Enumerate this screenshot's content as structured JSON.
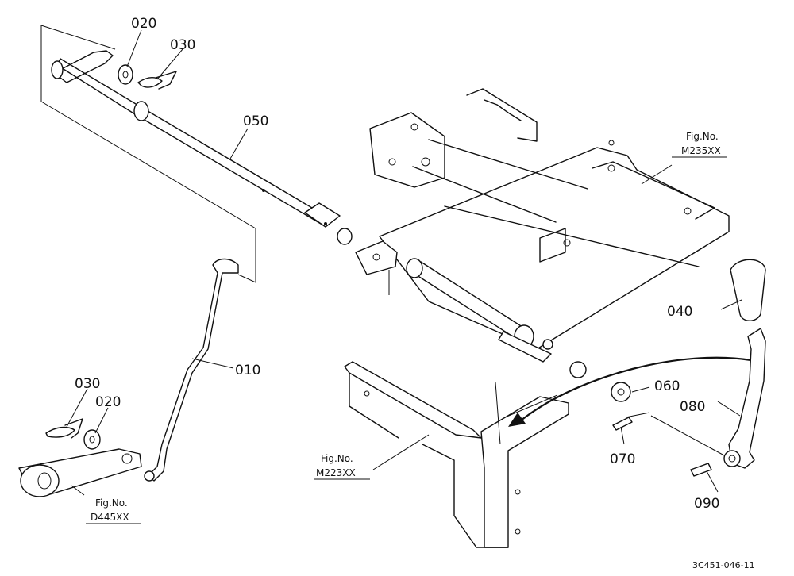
{
  "callouts": {
    "p010": "010",
    "p020_top": "020",
    "p020_left": "020",
    "p030_top": "030",
    "p030_left": "030",
    "p040": "040",
    "p050": "050",
    "p060": "060",
    "p070": "070",
    "p080": "080",
    "p090": "090"
  },
  "fig_refs": {
    "m235": {
      "label": "Fig.No.",
      "code": "M235XX"
    },
    "m223": {
      "label": "Fig.No.",
      "code": "M223XX"
    },
    "d445": {
      "label": "Fig.No.",
      "code": "D445XX"
    }
  },
  "drawing_code": "3C451-046-11"
}
